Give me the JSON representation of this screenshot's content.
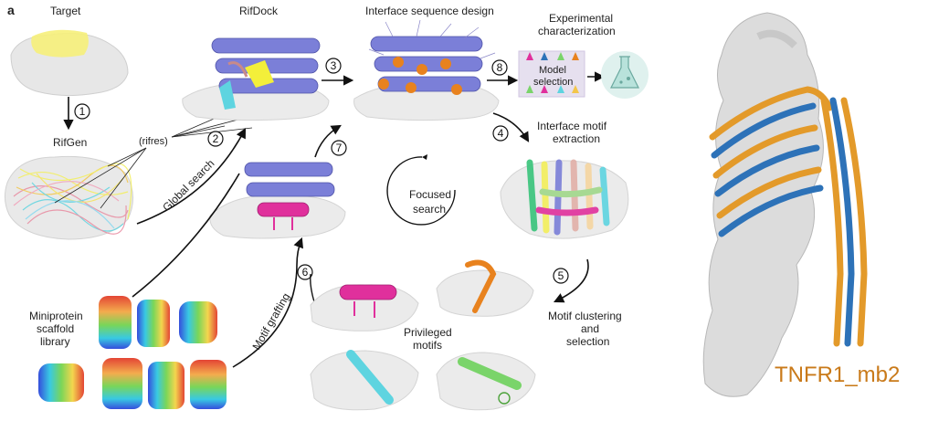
{
  "panel_letter": "a",
  "labels": {
    "target": "Target",
    "rifdock": "RifDock",
    "interface_design": "Interface sequence design",
    "experimental_1": "Experimental",
    "experimental_2": "characterization",
    "model_1": "Model",
    "model_2": "selection",
    "rifgen": "RifGen",
    "rifres": "(rifres)",
    "global_search": "Global search",
    "interface_motif_1": "Interface motif",
    "interface_motif_2": "extraction",
    "focused_1": "Focused",
    "focused_2": "search",
    "miniprotein_1": "Miniprotein",
    "miniprotein_2": "scaffold",
    "miniprotein_3": "library",
    "motif_grafting": "Motif grafting",
    "privileged_1": "Privileged",
    "privileged_2": "motifs",
    "clustering_1": "Motif clustering",
    "clustering_2": "and",
    "clustering_3": "selection",
    "tnfr1": "TNFR1_mb2"
  },
  "steps": [
    "1",
    "2",
    "3",
    "4",
    "5",
    "6",
    "7",
    "8"
  ],
  "colors": {
    "helix_blue": "#7b7fd8",
    "orange": "#e8821e",
    "magenta": "#e0309c",
    "cyan": "#5ed4e0",
    "green": "#7ad46a",
    "yellow": "#f3ef5a",
    "surface": "#e4e4e4",
    "tnfr_orange": "#e39a2a",
    "tnfr_blue": "#2d72b8",
    "tnfr_label": "#c97a1a"
  }
}
